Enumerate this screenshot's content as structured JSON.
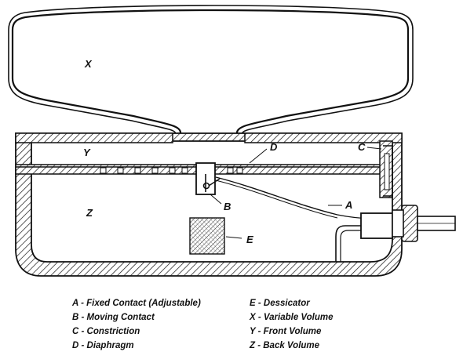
{
  "colors": {
    "ink": "#111111",
    "paper": "#ffffff"
  },
  "labels": {
    "x": "X",
    "y": "Y",
    "z": "Z",
    "a": "A",
    "b": "B",
    "c": "C",
    "d": "D",
    "e": "E"
  },
  "legend": {
    "items": [
      {
        "key": "A",
        "text": "A - Fixed Contact (Adjustable)"
      },
      {
        "key": "B",
        "text": "B - Moving Contact"
      },
      {
        "key": "C",
        "text": "C - Constriction"
      },
      {
        "key": "D",
        "text": "D - Diaphragm"
      },
      {
        "key": "E",
        "text": "E - Dessicator"
      },
      {
        "key": "X",
        "text": "X - Variable Volume"
      },
      {
        "key": "Y",
        "text": "Y - Front Volume"
      },
      {
        "key": "Z",
        "text": "Z - Back Volume"
      }
    ]
  }
}
